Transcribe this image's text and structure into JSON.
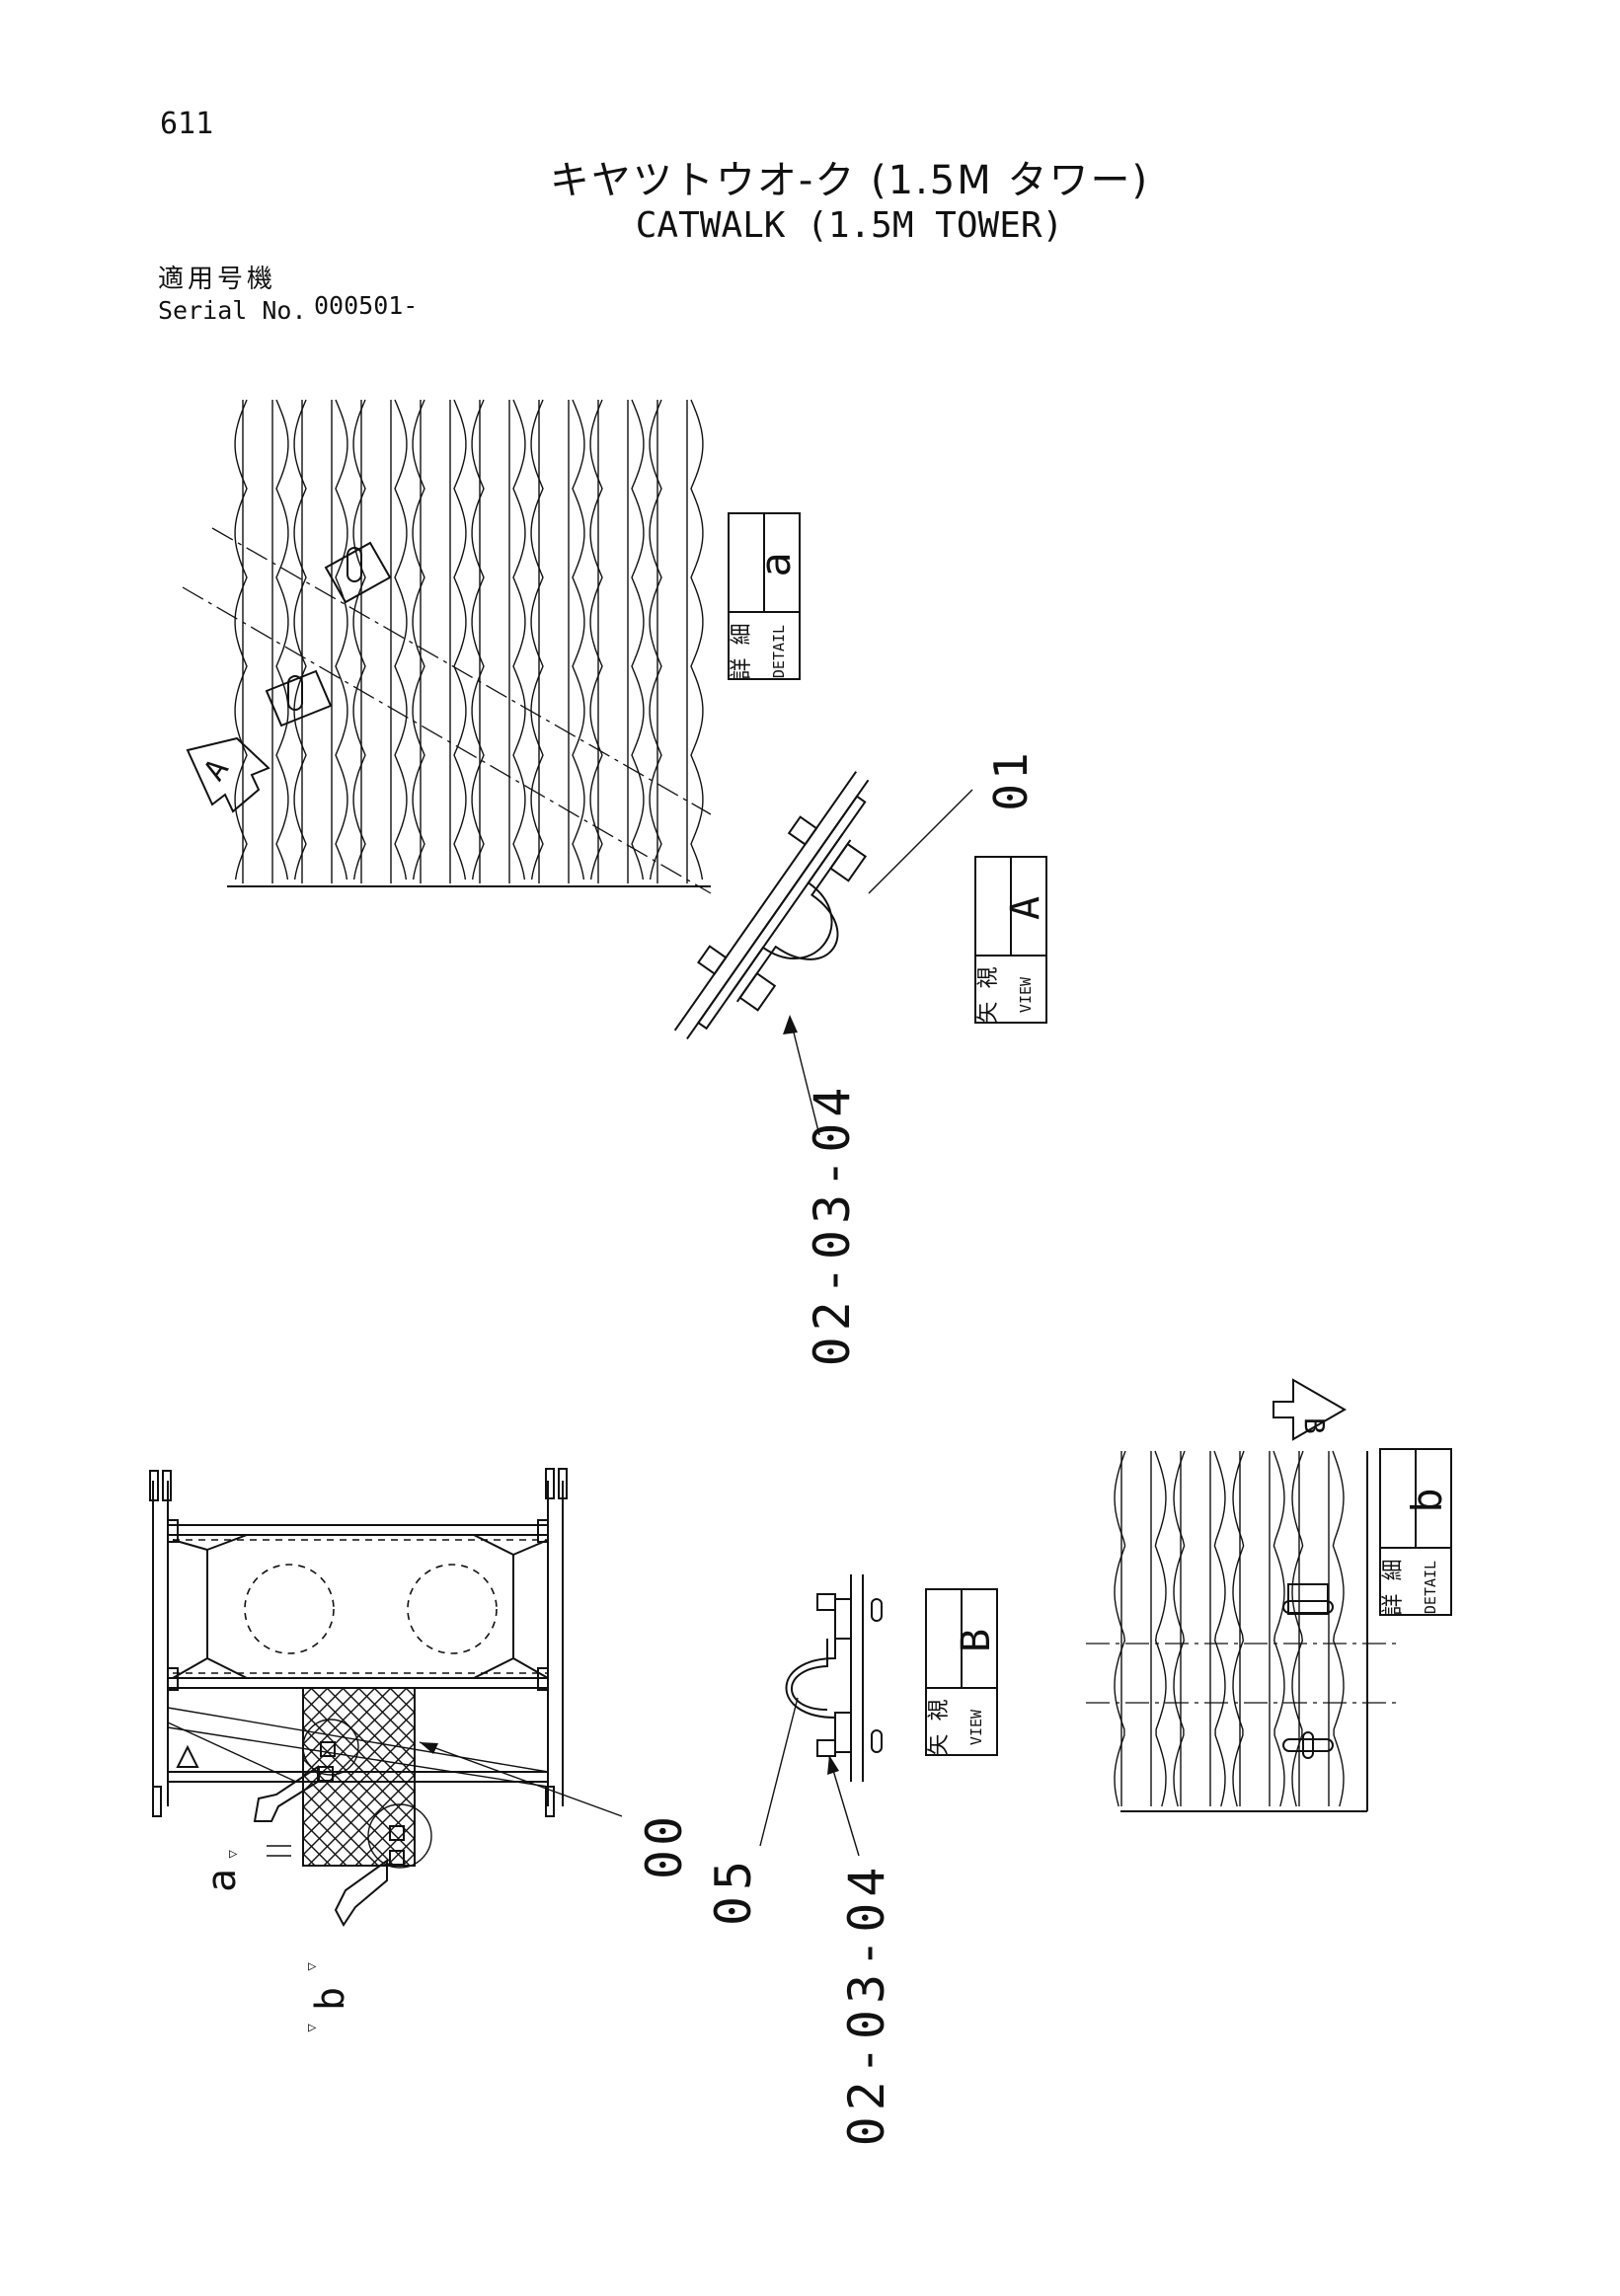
{
  "page_number": "611",
  "title_ja": "キヤツトウオ-ク (1.5M タワー)",
  "title_en": "CATWALK (1.5M TOWER)",
  "serial_label_ja": "適用号機",
  "serial_label_en": "Serial No.",
  "serial_value": "000501-",
  "boxes": {
    "detail_a": {
      "kanji": "詳 細",
      "sub": "DETAIL",
      "letter": "a"
    },
    "view_a": {
      "kanji": "矢 視",
      "sub": "VIEW",
      "letter": "A"
    },
    "view_b": {
      "kanji": "矢 視",
      "sub": "VIEW",
      "letter": "B"
    },
    "detail_b": {
      "kanji": "詳 細",
      "sub": "DETAIL",
      "letter": "b"
    }
  },
  "arrows": {
    "a": "A",
    "b": "B"
  },
  "part_numbers": {
    "p01": "01",
    "p00": "00",
    "p05": "05",
    "p020304_upper": "02-03-04",
    "p020304_lower": "02-03-04"
  },
  "callouts": {
    "a": "a",
    "b": "b"
  }
}
